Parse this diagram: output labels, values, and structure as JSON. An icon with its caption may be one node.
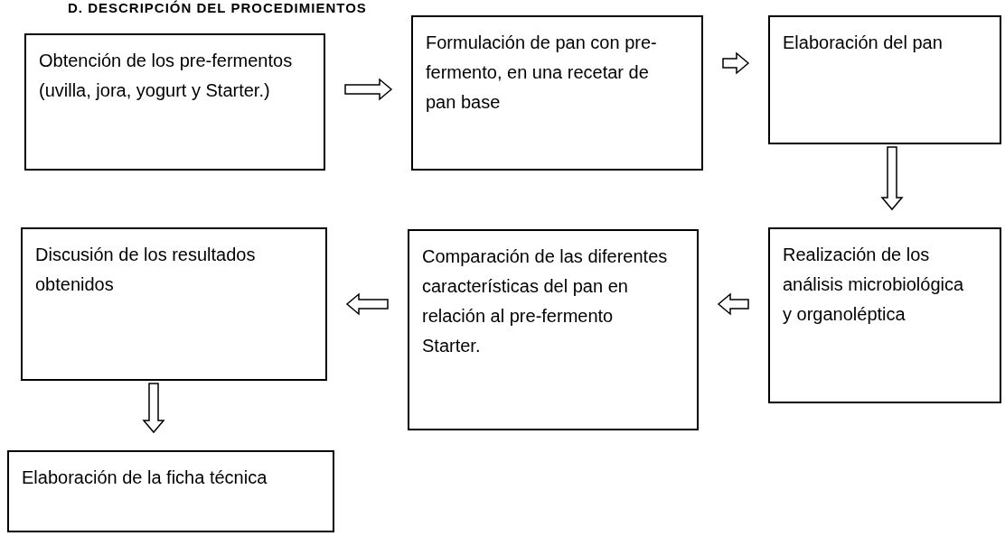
{
  "diagram": {
    "title": "D. DESCRIPCIÓN DEL PROCEDIMIENTOS",
    "nodes": [
      {
        "text": [
          "Obtención de los pre-fermentos (uvilla, jora, yogurt y Starter.)"
        ]
      },
      {
        "text": [
          "Formulación de pan con pre-fermento, en una recetar de pan base"
        ]
      },
      {
        "text": [
          "Elaboración del pan"
        ]
      },
      {
        "text": [
          "Realización de los análisis microbiológica y organoléptica"
        ]
      },
      {
        "text": [
          "Comparación de las diferentes características del pan en relación al pre-fermento Starter."
        ]
      },
      {
        "text": [
          "Discusión de los resultados obtenidos"
        ]
      },
      {
        "text": [
          "Elaboración de la ficha técnica"
        ]
      }
    ],
    "edges": [
      {
        "from": 0,
        "to": 1,
        "arrow": "to"
      },
      {
        "from": 1,
        "to": 2,
        "arrow": "to"
      },
      {
        "from": 2,
        "to": 3,
        "arrow": "to"
      },
      {
        "from": 3,
        "to": 4,
        "arrow": "to"
      },
      {
        "from": 4,
        "to": 5,
        "arrow": "to"
      },
      {
        "from": 5,
        "to": 6,
        "arrow": "to"
      }
    ]
  }
}
